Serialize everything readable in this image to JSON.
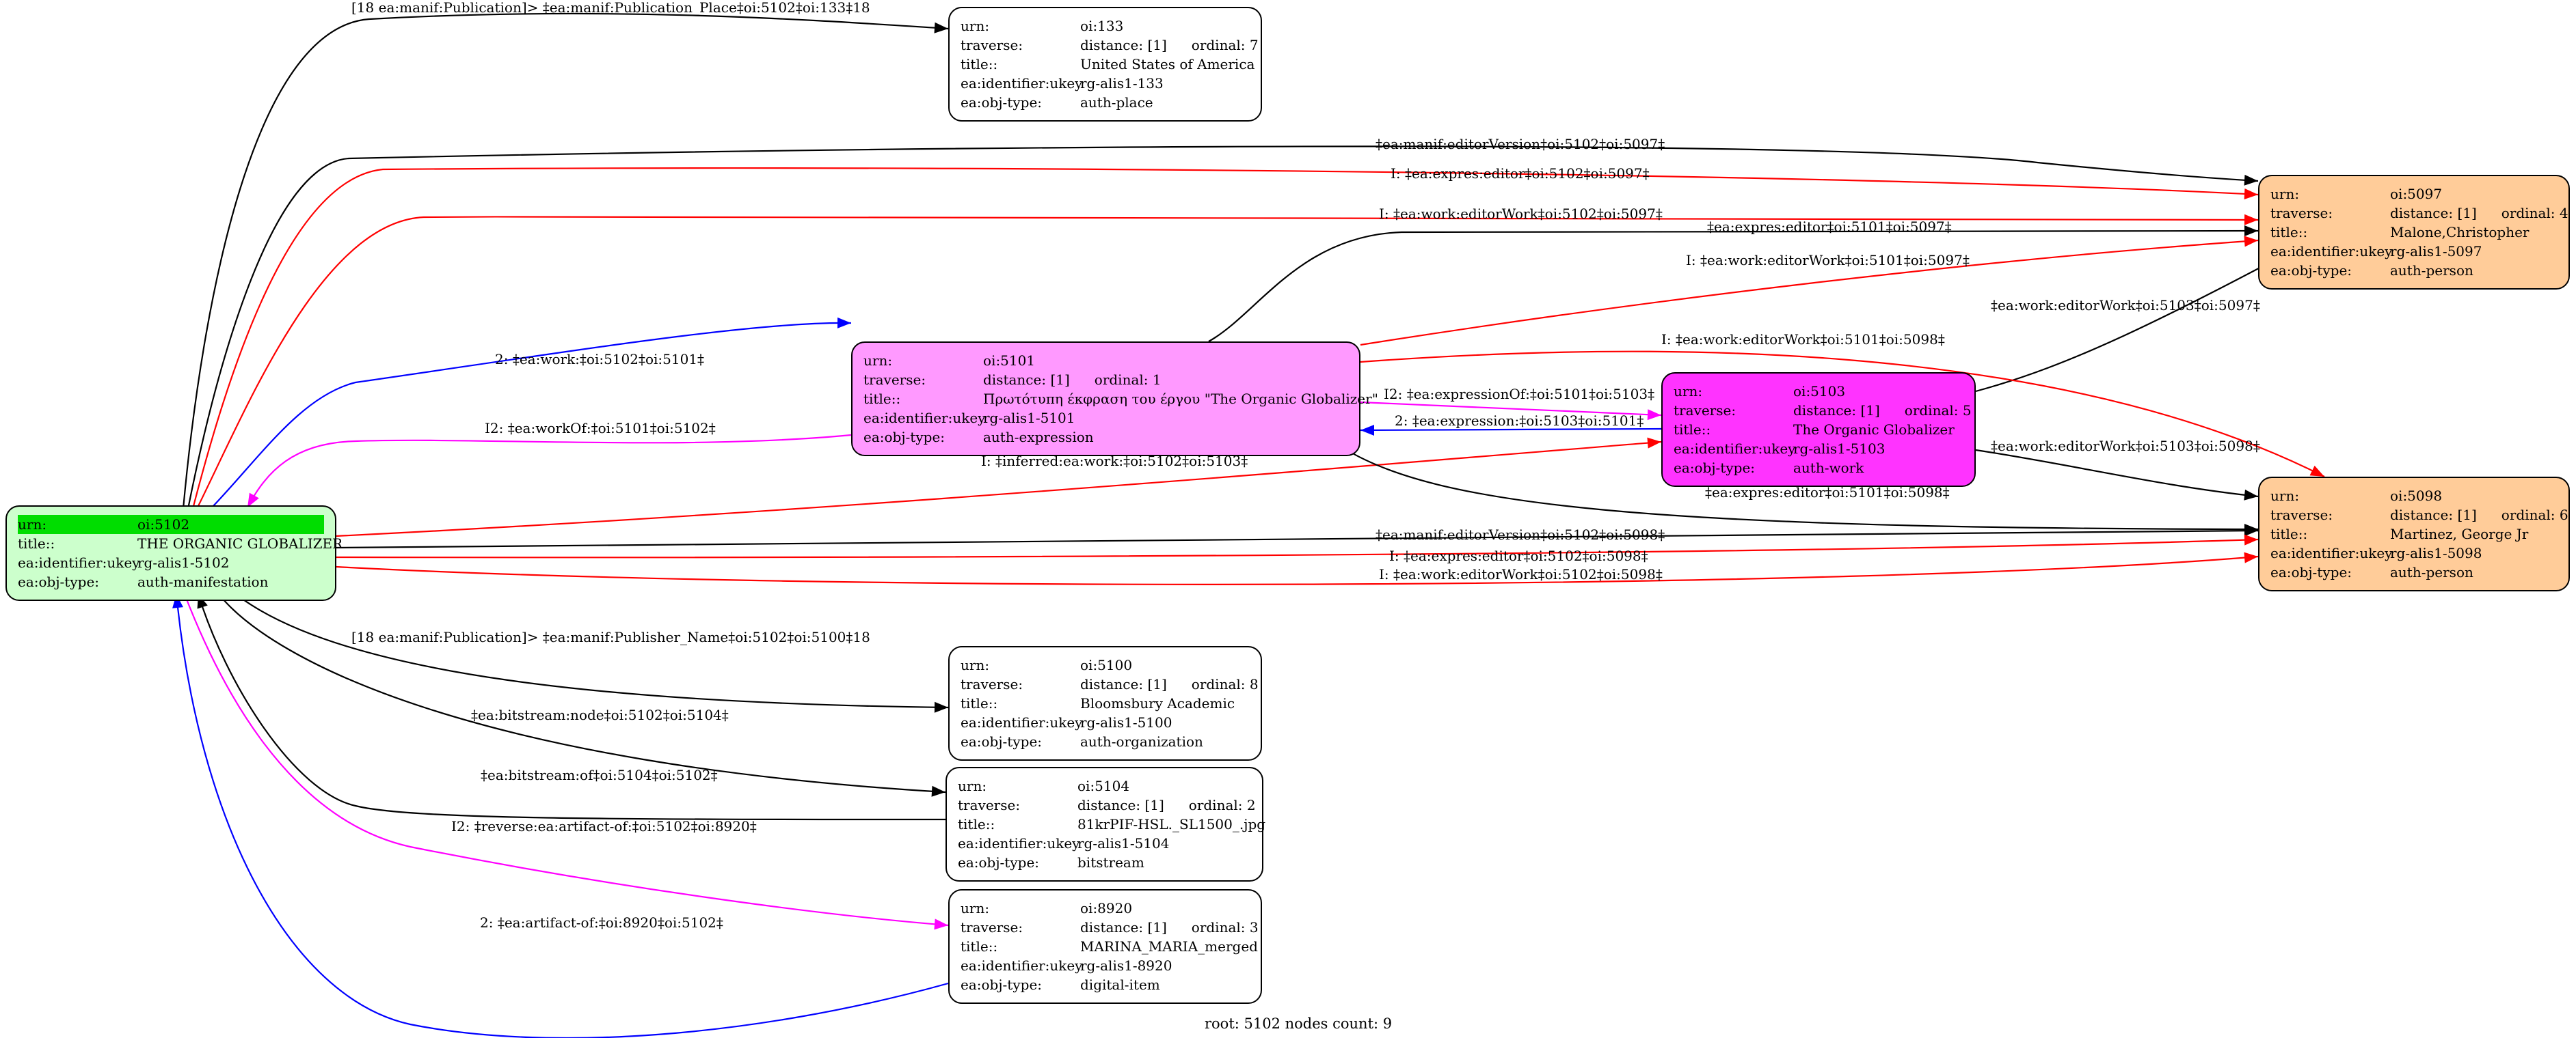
{
  "field_labels": {
    "urn": "urn:",
    "traverse": "traverse:",
    "title": "title::",
    "ukey": "ea:identifier:ukey",
    "objtype": "ea:obj-type:"
  },
  "nodes": {
    "n5102": {
      "urn": "oi:5102",
      "title": "THE ORGANIC GLOBALIZER",
      "ukey": "rg-alis1-5102",
      "objtype": "auth-manifestation",
      "color": "#ccffcc"
    },
    "n133": {
      "urn": "oi:133",
      "distance": "distance: [1]",
      "ordinal": "ordinal: 7",
      "title": "United States of America",
      "ukey": "rg-alis1-133",
      "objtype": "auth-place",
      "color": "#ffffff"
    },
    "n5097": {
      "urn": "oi:5097",
      "distance": "distance: [1]",
      "ordinal": "ordinal: 4",
      "title": "Malone,Christopher",
      "ukey": "rg-alis1-5097",
      "objtype": "auth-person",
      "color": "#ffcc99"
    },
    "n5101": {
      "urn": "oi:5101",
      "distance": "distance: [1]",
      "ordinal": "ordinal: 1",
      "title": "Πρωτότυπη έκφραση του έργου \"The Organic Globalizer\"",
      "ukey": "rg-alis1-5101",
      "objtype": "auth-expression",
      "color": "#ff99ff"
    },
    "n5103": {
      "urn": "oi:5103",
      "distance": "distance: [1]",
      "ordinal": "ordinal: 5",
      "title": "The Organic Globalizer",
      "ukey": "rg-alis1-5103",
      "objtype": "auth-work",
      "color": "#ff33ff"
    },
    "n5098": {
      "urn": "oi:5098",
      "distance": "distance: [1]",
      "ordinal": "ordinal: 6",
      "title": "Martinez, George Jr",
      "ukey": "rg-alis1-5098",
      "objtype": "auth-person",
      "color": "#ffcc99"
    },
    "n5100": {
      "urn": "oi:5100",
      "distance": "distance: [1]",
      "ordinal": "ordinal: 8",
      "title": "Bloomsbury Academic",
      "ukey": "rg-alis1-5100",
      "objtype": "auth-organization",
      "color": "#ffffff"
    },
    "n5104": {
      "urn": "oi:5104",
      "distance": "distance: [1]",
      "ordinal": "ordinal: 2",
      "title": "81krPIF-HSL._SL1500_.jpg",
      "ukey": "rg-alis1-5104",
      "objtype": "bitstream",
      "color": "#ffffff"
    },
    "n8920": {
      "urn": "oi:8920",
      "distance": "distance: [1]",
      "ordinal": "ordinal: 3",
      "title": "MARINA_MARIA_merged",
      "ukey": "rg-alis1-8920",
      "objtype": "digital-item",
      "color": "#ffffff"
    }
  },
  "edges": [
    {
      "id": "e1",
      "label": "[18 ea:manif:Publication]> ‡ea:manif:Publication_Place‡oi:5102‡oi:133‡18",
      "color": "#000000"
    },
    {
      "id": "e2",
      "label": "‡ea:manif:editorVersion‡oi:5102‡oi:5097‡",
      "color": "#000000"
    },
    {
      "id": "e3",
      "label": "I: ‡ea:expres:editor‡oi:5102‡oi:5097‡",
      "color": "#ff0000"
    },
    {
      "id": "e4",
      "label": "I: ‡ea:work:editorWork‡oi:5102‡oi:5097‡",
      "color": "#ff0000"
    },
    {
      "id": "e5",
      "label": "‡ea:expres:editor‡oi:5101‡oi:5097‡",
      "color": "#000000"
    },
    {
      "id": "e6",
      "label": "I: ‡ea:work:editorWork‡oi:5101‡oi:5097‡",
      "color": "#ff0000"
    },
    {
      "id": "e7",
      "label": "‡ea:work:editorWork‡oi:5103‡oi:5097‡",
      "color": "#000000"
    },
    {
      "id": "e8",
      "label": "I: ‡ea:work:editorWork‡oi:5101‡oi:5098‡",
      "color": "#ff0000"
    },
    {
      "id": "e9",
      "label": "2: ‡ea:work:‡oi:5102‡oi:5101‡",
      "color": "#0000ff"
    },
    {
      "id": "e10",
      "label": "I2: ‡ea:workOf:‡oi:5101‡oi:5102‡",
      "color": "#ff00ff"
    },
    {
      "id": "e11",
      "label": "I2: ‡ea:expressionOf:‡oi:5101‡oi:5103‡",
      "color": "#ff00ff"
    },
    {
      "id": "e12",
      "label": "2: ‡ea:expression:‡oi:5103‡oi:5101‡",
      "color": "#0000ff"
    },
    {
      "id": "e13",
      "label": "I: ‡inferred:ea:work:‡oi:5102‡oi:5103‡",
      "color": "#ff0000"
    },
    {
      "id": "e14",
      "label": "‡ea:work:editorWork‡oi:5103‡oi:5098‡",
      "color": "#000000"
    },
    {
      "id": "e15",
      "label": "‡ea:expres:editor‡oi:5101‡oi:5098‡",
      "color": "#000000"
    },
    {
      "id": "e16",
      "label": "‡ea:manif:editorVersion‡oi:5102‡oi:5098‡",
      "color": "#000000"
    },
    {
      "id": "e17",
      "label": "I: ‡ea:expres:editor‡oi:5102‡oi:5098‡",
      "color": "#ff0000"
    },
    {
      "id": "e18",
      "label": "I: ‡ea:work:editorWork‡oi:5102‡oi:5098‡",
      "color": "#ff0000"
    },
    {
      "id": "e19",
      "label": "[18 ea:manif:Publication]> ‡ea:manif:Publisher_Name‡oi:5102‡oi:5100‡18",
      "color": "#000000"
    },
    {
      "id": "e20",
      "label": "‡ea:bitstream:node‡oi:5102‡oi:5104‡",
      "color": "#000000"
    },
    {
      "id": "e21",
      "label": "‡ea:bitstream:of‡oi:5104‡oi:5102‡",
      "color": "#000000"
    },
    {
      "id": "e22",
      "label": "I2: ‡reverse:ea:artifact-of:‡oi:5102‡oi:8920‡",
      "color": "#ff00ff"
    },
    {
      "id": "e23",
      "label": "2: ‡ea:artifact-of:‡oi:8920‡oi:5102‡",
      "color": "#0000ff"
    }
  ],
  "footer": "root: 5102 nodes count: 9"
}
